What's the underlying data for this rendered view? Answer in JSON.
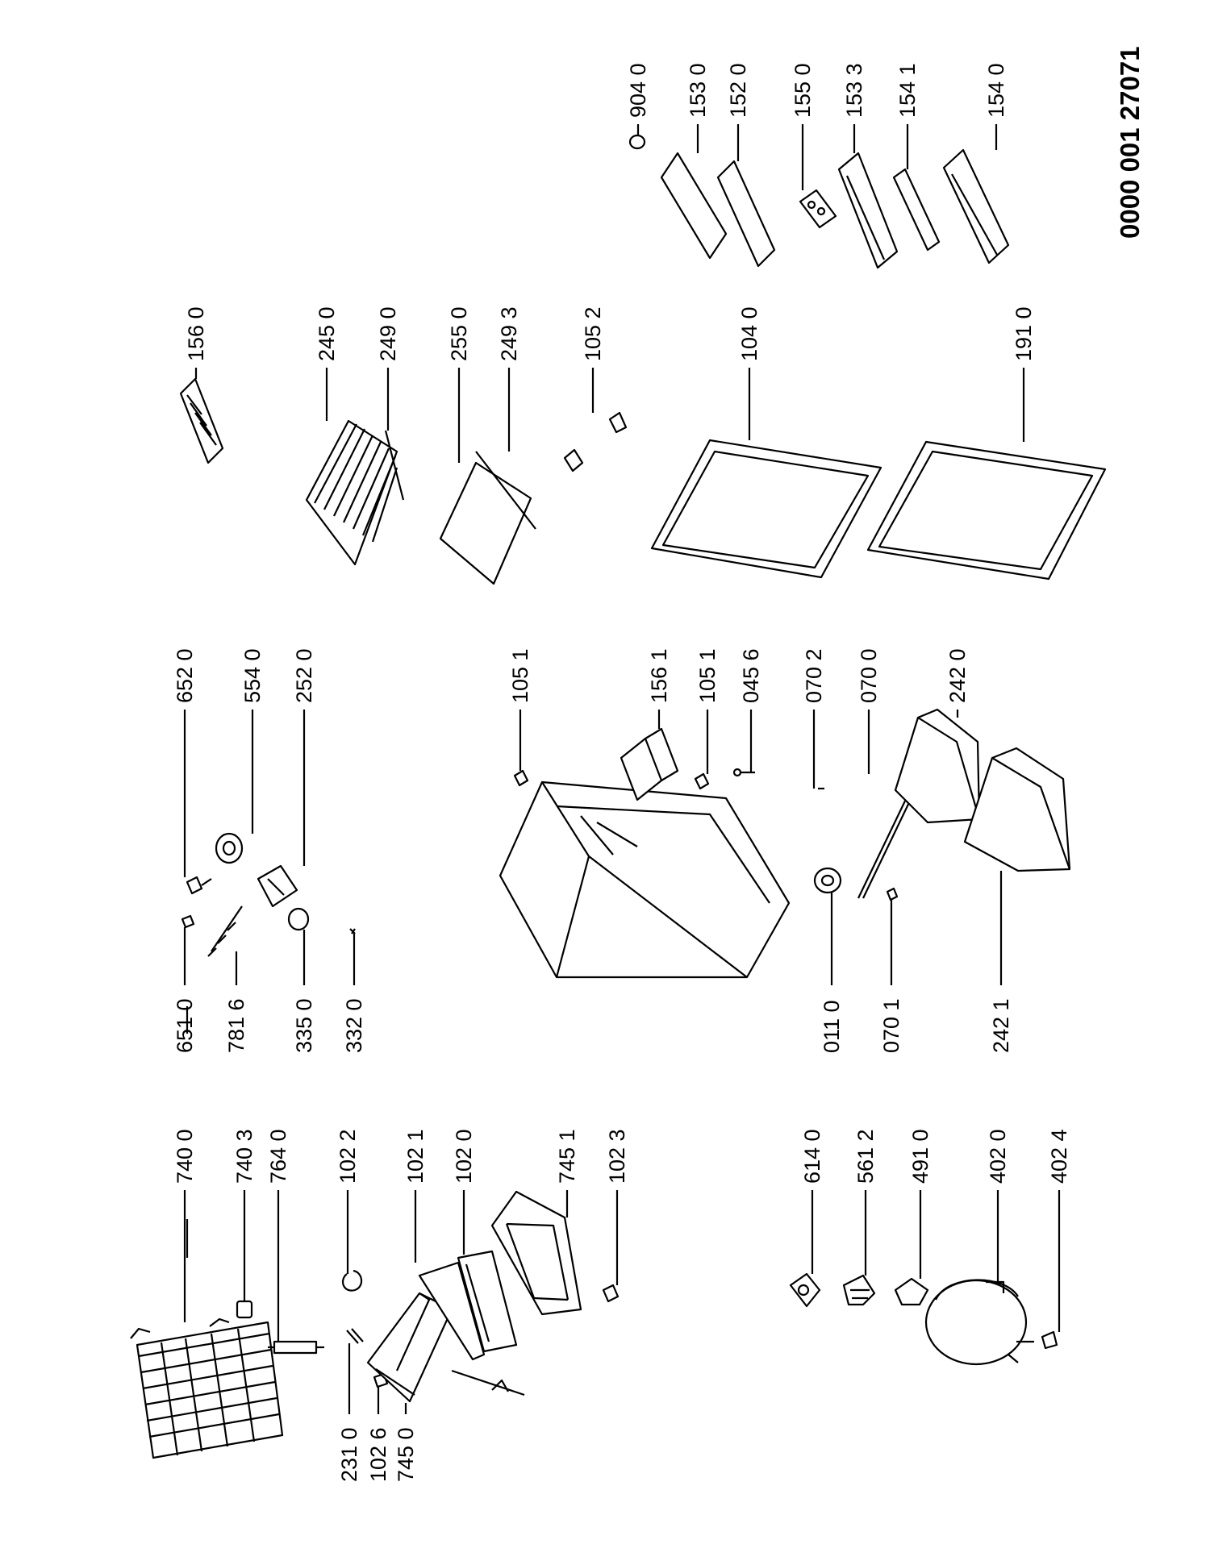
{
  "document_number": "0000 001 27071",
  "part_labels": {
    "p7400": "740 0",
    "p7403": "740 3",
    "p7640": "764 0",
    "p1022": "102 2",
    "p1021": "102 1",
    "p1020": "102 0",
    "p7451": "745 1",
    "p1023": "102 3",
    "p2310": "231 0",
    "p1026": "102 6",
    "p7450": "745 0",
    "p6140": "614 0",
    "p5612": "561 2",
    "p4910": "491 0",
    "p4020": "402 0",
    "p4024": "402 4",
    "p6520": "652 0",
    "p5540": "554 0",
    "p2520": "252 0",
    "p6510": "651 0",
    "p7816": "781 6",
    "p3350": "335 0",
    "p3320": "332 0",
    "p1051a": "105 1",
    "p1561": "156 1",
    "p1051b": "105 1",
    "p0456": "045 6",
    "p0702": "070 2",
    "p0700": "070 0",
    "p2420": "242 0",
    "p0110": "011 0",
    "p0701": "070 1",
    "p2421": "242 1",
    "p1560": "156 0",
    "p2450": "245 0",
    "p2490": "249 0",
    "p2550": "255 0",
    "p2493": "249 3",
    "p1052": "105 2",
    "p1040": "104 0",
    "p1910": "191 0",
    "p9040": "904 0",
    "p1530": "153 0",
    "p1520": "152 0",
    "p1550": "155 0",
    "p1533": "153 3",
    "p1541": "154 1",
    "p1540": "154 0"
  }
}
